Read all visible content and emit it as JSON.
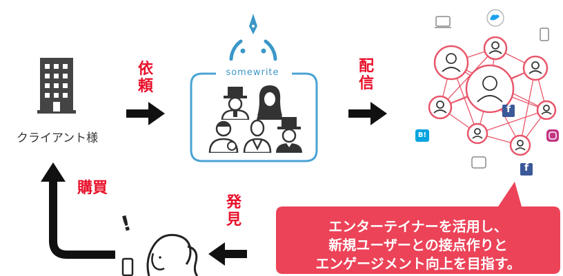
{
  "client": {
    "label": "クライアント様"
  },
  "flow": {
    "request": [
      "依",
      "頼"
    ],
    "distribute": [
      "配",
      "信"
    ],
    "discover": [
      "発",
      "見"
    ],
    "purchase": "購買"
  },
  "platform": {
    "name": "somewrite"
  },
  "callout": {
    "lines": [
      "エンターテイナーを活用し、",
      "新規ユーザーとの接点作りと",
      "エンゲージメント向上を目指す。"
    ]
  },
  "social_badges": {
    "facebook": "f",
    "hatena": "B!"
  },
  "person_reaction": "!",
  "colors": {
    "accent_red": "#e8102a",
    "callout_bg": "#ec4358",
    "network_line": "#e8566a",
    "box_border": "#4aa3d4",
    "icon_dark": "#333333"
  }
}
